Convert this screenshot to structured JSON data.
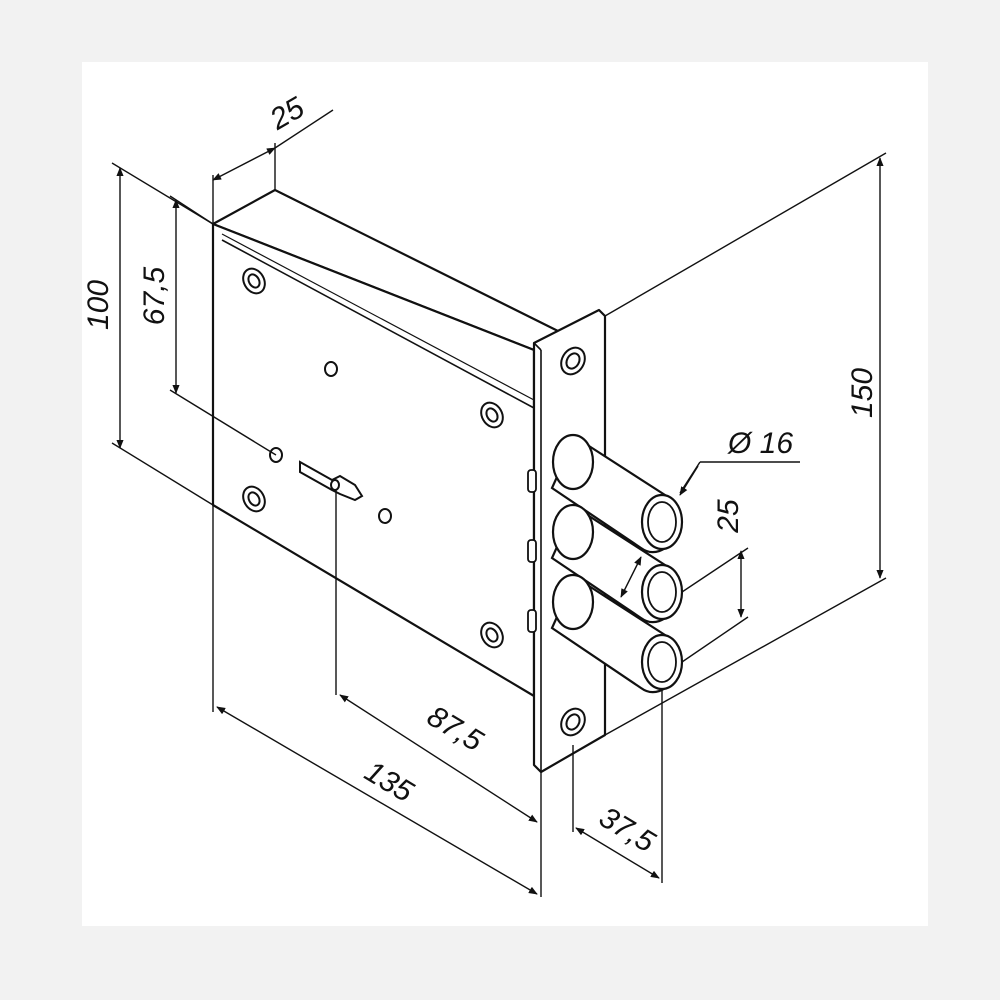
{
  "colors": {
    "background": "#f2f2f2",
    "panel": "#ffffff",
    "stroke": "#111111",
    "fill": "#ffffff"
  },
  "dimensions": {
    "case_depth": "25",
    "total_height": "100",
    "key_height": "67,5",
    "faceplate_height": "150",
    "bolt_diameter": "Ø 16",
    "bolt_spacing": "25",
    "key_offset": "87,5",
    "case_length": "135",
    "bolt_projection": "37,5"
  }
}
